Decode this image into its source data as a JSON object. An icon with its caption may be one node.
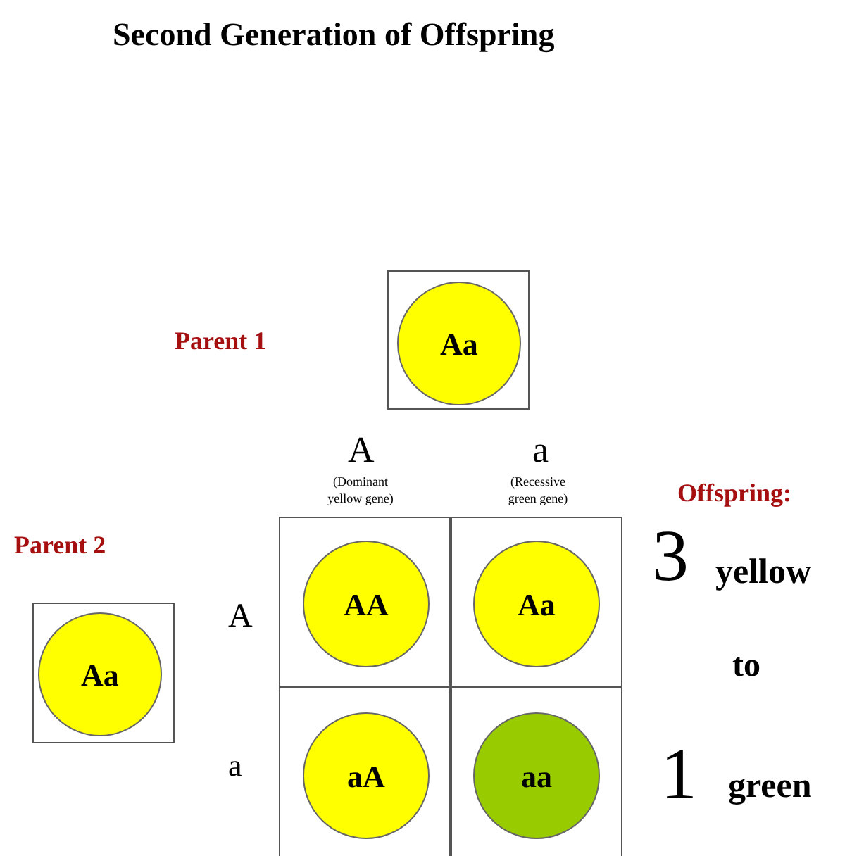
{
  "diagram": {
    "title": "Second Generation of Offspring",
    "nodes": [
      {
        "text": [],
        "shape": "box"
      },
      {
        "text": [
          "Aa"
        ],
        "in": 0
      },
      {
        "text": [],
        "shape": "box"
      },
      {
        "text": [
          "Aa"
        ],
        "in": 2
      },
      {
        "text": [],
        "shape": "box"
      },
      {
        "text": [
          "AA"
        ],
        "in": 4
      },
      {
        "text": [],
        "shape": "box"
      },
      {
        "text": [
          "Aa"
        ],
        "in": 6
      },
      {
        "text": [],
        "shape": "box"
      },
      {
        "text": [
          "aA"
        ],
        "in": 8
      },
      {
        "text": [],
        "shape": "box"
      },
      {
        "text": [
          "aa"
        ],
        "in": 10
      }
    ],
    "labels": [
      "Parent 1",
      "A",
      "a",
      "(Dominant yellow gene)",
      "(Recessive green gene)",
      "Offspring:",
      "Parent 2",
      "3",
      "yellow",
      "A",
      "to",
      "a",
      "1",
      "green"
    ]
  }
}
